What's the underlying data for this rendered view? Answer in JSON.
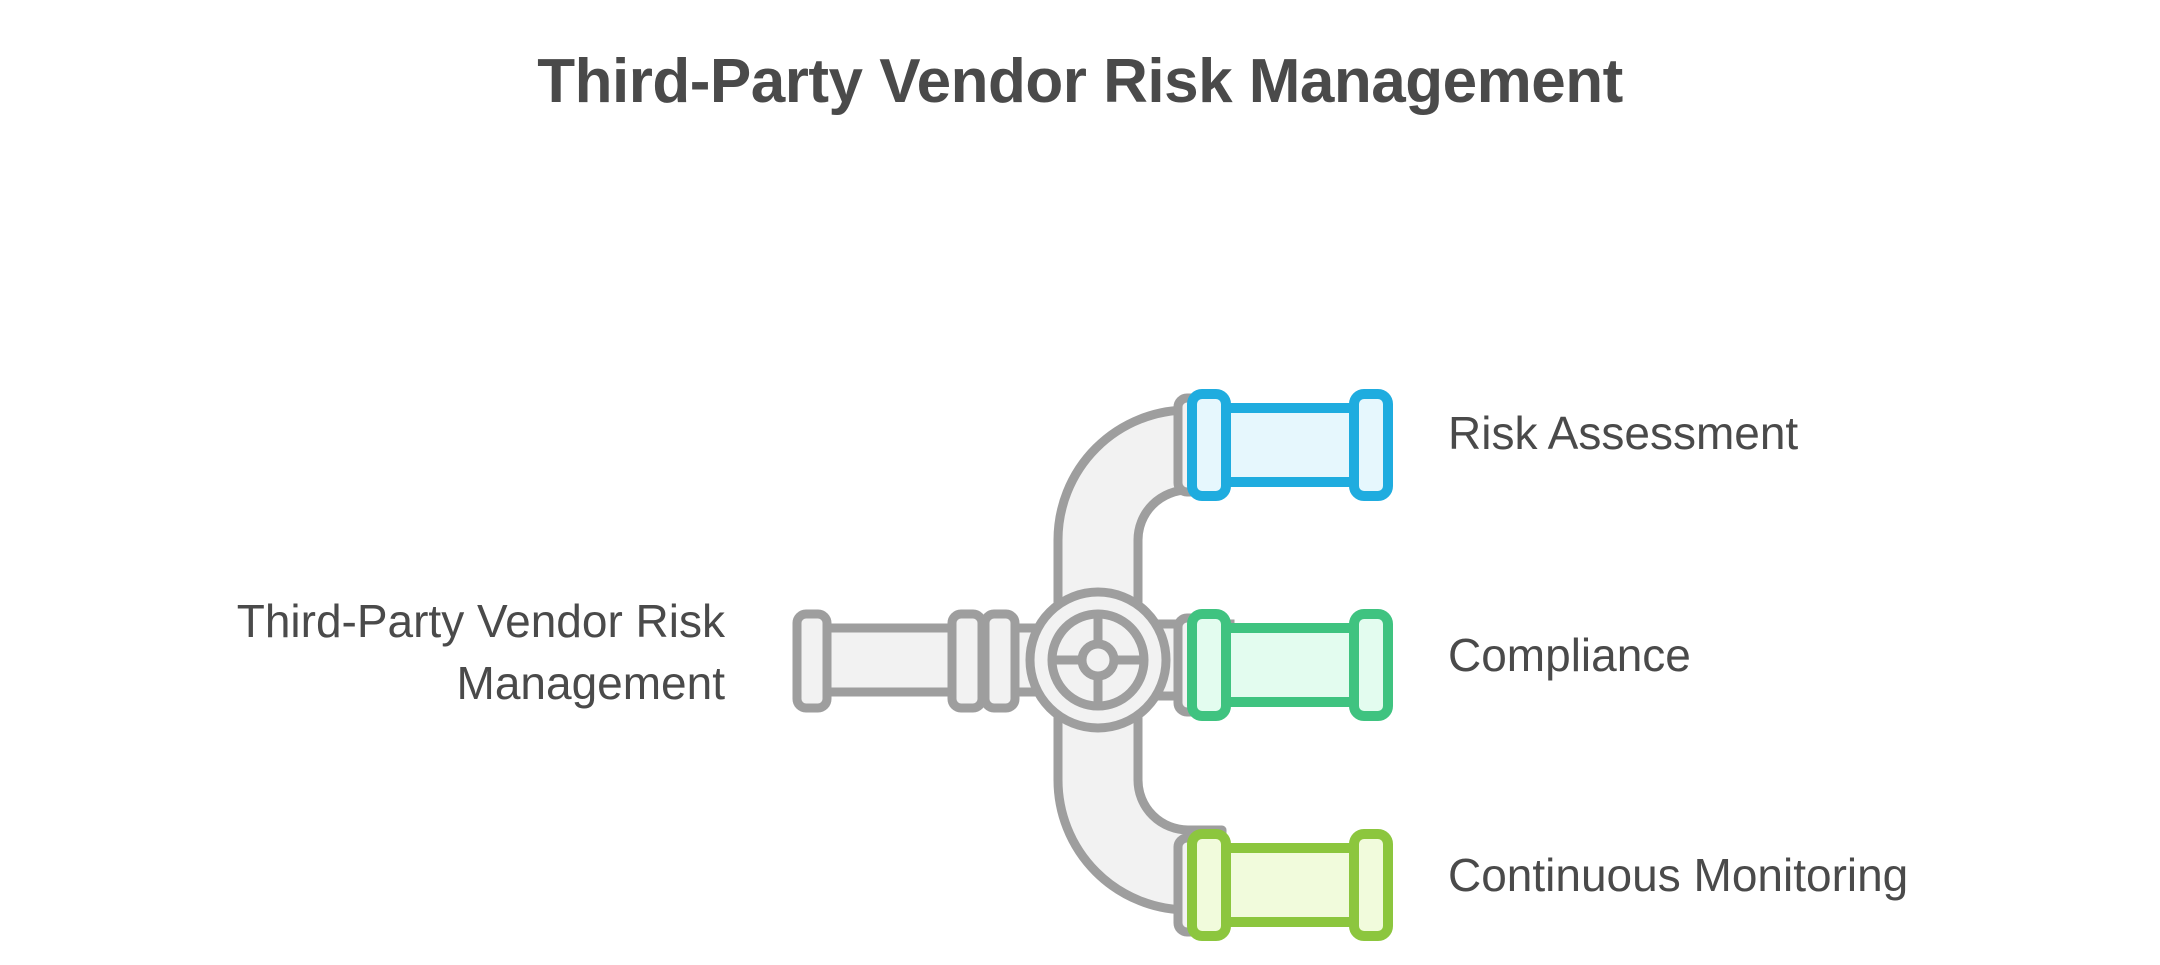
{
  "page": {
    "title": "Third-Party Vendor Risk Management",
    "background_color": "#ffffff",
    "text_color": "#4a4a4a"
  },
  "diagram": {
    "type": "pipe-valve-branching",
    "root": {
      "label": "Third-Party Vendor Risk Management",
      "pipe_color": "#9e9e9e",
      "pipe_fill": "#f2f2f2"
    },
    "valve": {
      "name": "valve-wheel",
      "color": "#9e9e9e",
      "fill": "#f2f2f2"
    },
    "branches": [
      {
        "label": "Risk Assessment",
        "color": "#1facdf",
        "fill": "#e6f7fd",
        "position": "top"
      },
      {
        "label": "Compliance",
        "color": "#3fc380",
        "fill": "#e3fcef",
        "position": "middle"
      },
      {
        "label": "Continuous Monitoring",
        "color": "#8cc63e",
        "fill": "#f1fbdc",
        "position": "bottom"
      }
    ]
  }
}
